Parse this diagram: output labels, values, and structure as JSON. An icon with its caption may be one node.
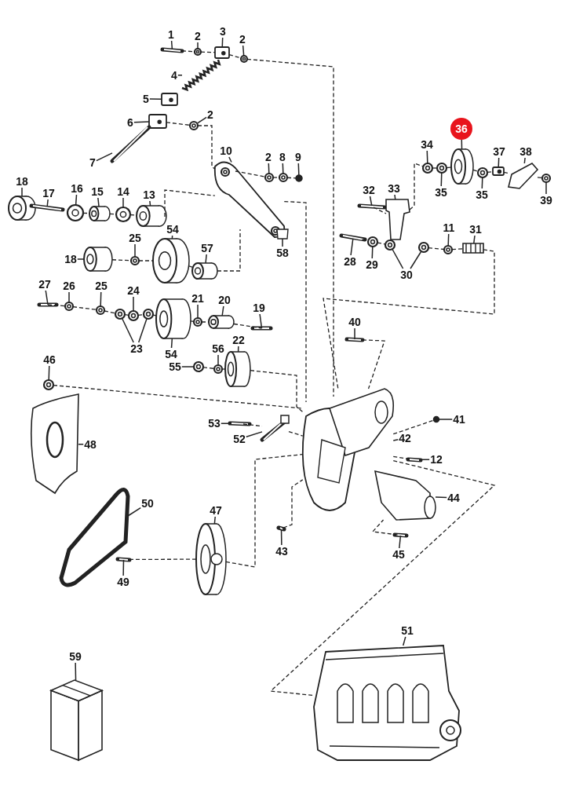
{
  "diagram": {
    "nodes": [
      {
        "text": [
          "1"
        ]
      },
      {
        "text": [
          "2"
        ]
      },
      {
        "text": [
          "3"
        ]
      },
      {
        "text": [
          "2"
        ]
      },
      {
        "text": [
          "4"
        ]
      },
      {
        "text": [
          "5"
        ]
      },
      {
        "text": [
          "6"
        ]
      },
      {
        "text": [
          "2"
        ]
      },
      {
        "text": [
          "7"
        ]
      },
      {
        "text": [
          "10"
        ]
      },
      {
        "text": [
          "2"
        ]
      },
      {
        "text": [
          "8"
        ]
      },
      {
        "text": [
          "9"
        ]
      },
      {
        "text": [
          "18"
        ]
      },
      {
        "text": [
          "17"
        ]
      },
      {
        "text": [
          "16"
        ]
      },
      {
        "text": [
          "15"
        ]
      },
      {
        "text": [
          "14"
        ]
      },
      {
        "text": [
          "13"
        ]
      },
      {
        "text": [
          "58"
        ]
      },
      {
        "text": [
          "18"
        ]
      },
      {
        "text": [
          "25"
        ]
      },
      {
        "text": [
          "54"
        ]
      },
      {
        "text": [
          "57"
        ]
      },
      {
        "text": [
          "36"
        ]
      },
      {
        "text": [
          "34"
        ]
      },
      {
        "text": [
          "37"
        ]
      },
      {
        "text": [
          "38"
        ]
      },
      {
        "text": [
          "35"
        ]
      },
      {
        "text": [
          "35"
        ]
      },
      {
        "text": [
          "39"
        ]
      },
      {
        "text": [
          "32"
        ]
      },
      {
        "text": [
          "33"
        ]
      },
      {
        "text": [
          "11"
        ]
      },
      {
        "text": [
          "31"
        ]
      },
      {
        "text": [
          "28"
        ]
      },
      {
        "text": [
          "29"
        ]
      },
      {
        "text": [
          "30"
        ]
      },
      {
        "text": [
          "27"
        ]
      },
      {
        "text": [
          "26"
        ]
      },
      {
        "text": [
          "25"
        ]
      },
      {
        "text": [
          "24"
        ]
      },
      {
        "text": [
          "21"
        ]
      },
      {
        "text": [
          "20"
        ]
      },
      {
        "text": [
          "19"
        ]
      },
      {
        "text": [
          "23"
        ]
      },
      {
        "text": [
          "54"
        ]
      },
      {
        "text": [
          "22"
        ]
      },
      {
        "text": [
          "56"
        ]
      },
      {
        "text": [
          "55"
        ]
      },
      {
        "text": [
          "40"
        ]
      },
      {
        "text": [
          "46"
        ]
      },
      {
        "text": [
          "53"
        ]
      },
      {
        "text": [
          "52"
        ]
      },
      {
        "text": [
          "41"
        ]
      },
      {
        "text": [
          "42"
        ]
      },
      {
        "text": [
          "48"
        ]
      },
      {
        "text": [
          "12"
        ]
      },
      {
        "text": [
          "50"
        ]
      },
      {
        "text": [
          "44"
        ]
      },
      {
        "text": [
          "47"
        ]
      },
      {
        "text": [
          "43"
        ]
      },
      {
        "text": [
          "45"
        ]
      },
      {
        "text": [
          "49"
        ]
      },
      {
        "text": [
          "51"
        ]
      },
      {
        "text": [
          "59"
        ]
      },
      {
        "text": [],
        "shape": "picture"
      },
      {
        "text": [],
        "shape": "picture"
      },
      {
        "text": [],
        "shape": "picture"
      },
      {
        "text": [],
        "shape": "picture"
      },
      {
        "text": [],
        "shape": "picture"
      },
      {
        "text": [],
        "shape": "picture"
      },
      {
        "text": [],
        "shape": "picture"
      },
      {
        "text": [],
        "shape": "picture"
      },
      {
        "text": [],
        "shape": "picture"
      },
      {
        "text": [],
        "shape": "picture"
      },
      {
        "text": [],
        "shape": "picture"
      },
      {
        "text": [],
        "shape": "picture"
      },
      {
        "text": [],
        "shape": "circle"
      },
      {
        "text": [],
        "shape": "picture"
      },
      {
        "text": [],
        "shape": "picture"
      },
      {
        "text": [],
        "shape": "picture"
      },
      {
        "text": [],
        "shape": "cylinder"
      },
      {
        "text": [],
        "shape": "picture"
      },
      {
        "text": [],
        "shape": "cylinder"
      },
      {
        "text": [],
        "shape": "picture"
      },
      {
        "text": [],
        "shape": "cylinder"
      },
      {
        "text": [],
        "shape": "picture"
      },
      {
        "text": [],
        "shape": "picture"
      },
      {
        "text": [],
        "shape": "picture"
      },
      {
        "text": [],
        "shape": "picture"
      },
      {
        "text": [],
        "shape": "picture"
      },
      {
        "text": [],
        "shape": "picture"
      },
      {
        "text": [],
        "shape": "picture"
      },
      {
        "text": [],
        "shape": "picture"
      },
      {
        "text": [],
        "shape": "picture"
      },
      {
        "text": [],
        "shape": "picture"
      },
      {
        "text": [],
        "shape": "picture"
      },
      {
        "text": [],
        "shape": "picture"
      },
      {
        "text": [],
        "shape": "picture"
      },
      {
        "text": [],
        "shape": "picture"
      },
      {
        "text": [],
        "shape": "picture"
      },
      {
        "text": [],
        "shape": "picture"
      },
      {
        "text": [],
        "shape": "picture"
      },
      {
        "text": [],
        "shape": "picture"
      },
      {
        "text": [],
        "shape": "picture"
      },
      {
        "text": [],
        "shape": "picture"
      },
      {
        "text": [],
        "shape": "picture"
      },
      {
        "text": [],
        "shape": "picture"
      },
      {
        "text": [],
        "shape": "picture"
      },
      {
        "text": [],
        "shape": "picture"
      },
      {
        "text": [],
        "shape": "picture"
      },
      {
        "text": [],
        "shape": "picture"
      },
      {
        "text": [],
        "shape": "picture"
      },
      {
        "text": [],
        "shape": "cylinder"
      },
      {
        "text": [],
        "shape": "cylinder"
      },
      {
        "text": [],
        "shape": "picture"
      },
      {
        "text": [],
        "shape": "picture"
      },
      {
        "text": [],
        "shape": "picture"
      },
      {
        "text": [],
        "shape": "picture"
      },
      {
        "text": [],
        "shape": "picture"
      },
      {
        "text": [],
        "shape": "picture"
      },
      {
        "text": [],
        "shape": "picture"
      },
      {
        "text": [],
        "shape": "picture"
      },
      {
        "text": [],
        "shape": "picture"
      },
      {
        "text": [],
        "shape": "picture"
      },
      {
        "text": [],
        "shape": "picture"
      },
      {
        "text": [],
        "shape": "picture"
      },
      {
        "text": [],
        "shape": "picture"
      },
      {
        "text": [],
        "shape": "picture"
      },
      {
        "text": [],
        "shape": "picture"
      },
      {
        "text": [],
        "shape": "picture"
      },
      {
        "text": [],
        "shape": "picture"
      },
      {
        "text": [],
        "shape": "box"
      }
    ],
    "edges": [
      {
        "from": 0,
        "to": 66,
        "arrow": "none"
      },
      {
        "from": 1,
        "to": 67,
        "arrow": "none"
      },
      {
        "from": 2,
        "to": 68,
        "arrow": "none"
      },
      {
        "from": 3,
        "to": 69,
        "arrow": "none"
      },
      {
        "from": 4,
        "to": 70,
        "arrow": "none"
      },
      {
        "from": 5,
        "to": 71,
        "arrow": "none"
      },
      {
        "from": 6,
        "to": 72,
        "arrow": "none"
      },
      {
        "from": 7,
        "to": 73,
        "arrow": "none"
      },
      {
        "from": 8,
        "to": 74,
        "arrow": "none"
      },
      {
        "from": 9,
        "to": 75,
        "arrow": "none"
      },
      {
        "from": 10,
        "to": 76,
        "arrow": "none"
      },
      {
        "from": 11,
        "to": 77,
        "arrow": "none"
      },
      {
        "from": 12,
        "to": 78,
        "arrow": "none"
      },
      {
        "from": 13,
        "to": 79,
        "arrow": "none"
      },
      {
        "from": 14,
        "to": 80,
        "arrow": "none"
      },
      {
        "from": 15,
        "to": 81,
        "arrow": "none"
      },
      {
        "from": 16,
        "to": 82,
        "arrow": "none"
      },
      {
        "from": 17,
        "to": 83,
        "arrow": "none"
      },
      {
        "from": 18,
        "to": 84,
        "arrow": "none"
      },
      {
        "from": 19,
        "to": 85,
        "arrow": "none"
      },
      {
        "from": 20,
        "to": 86,
        "arrow": "none"
      },
      {
        "from": 21,
        "to": 87,
        "arrow": "none"
      },
      {
        "from": 22,
        "to": 88,
        "arrow": "none"
      },
      {
        "from": 23,
        "to": 89,
        "arrow": "none"
      },
      {
        "from": 24,
        "to": 90,
        "arrow": "none"
      },
      {
        "from": 25,
        "to": 91,
        "arrow": "none"
      },
      {
        "from": 26,
        "to": 92,
        "arrow": "none"
      },
      {
        "from": 27,
        "to": 93,
        "arrow": "none"
      },
      {
        "from": 28,
        "to": 94,
        "arrow": "none"
      },
      {
        "from": 29,
        "to": 95,
        "arrow": "none"
      },
      {
        "from": 30,
        "to": 96,
        "arrow": "none"
      },
      {
        "from": 31,
        "to": 97,
        "arrow": "none"
      },
      {
        "from": 32,
        "to": 98,
        "arrow": "none"
      },
      {
        "from": 33,
        "to": 99,
        "arrow": "none"
      },
      {
        "from": 34,
        "to": 100,
        "arrow": "none"
      },
      {
        "from": 35,
        "to": 101,
        "arrow": "none"
      },
      {
        "from": 36,
        "to": 102,
        "arrow": "none"
      },
      {
        "from": 37,
        "to": 103,
        "arrow": "none"
      },
      {
        "from": 37,
        "to": 104,
        "arrow": "none"
      },
      {
        "from": 38,
        "to": 105,
        "arrow": "none"
      },
      {
        "from": 39,
        "to": 106,
        "arrow": "none"
      },
      {
        "from": 40,
        "to": 107,
        "arrow": "none"
      },
      {
        "from": 41,
        "to": 108,
        "arrow": "none"
      },
      {
        "from": 42,
        "to": 109,
        "arrow": "none"
      },
      {
        "from": 43,
        "to": 110,
        "arrow": "none"
      },
      {
        "from": 44,
        "to": 111,
        "arrow": "none"
      },
      {
        "from": 45,
        "to": 112,
        "arrow": "none"
      },
      {
        "from": 45,
        "to": 113,
        "arrow": "none"
      },
      {
        "from": 46,
        "to": 114,
        "arrow": "none"
      },
      {
        "from": 47,
        "to": 115,
        "arrow": "none"
      },
      {
        "from": 48,
        "to": 116,
        "arrow": "none"
      },
      {
        "from": 49,
        "to": 117,
        "arrow": "none"
      },
      {
        "from": 50,
        "to": 118,
        "arrow": "none"
      },
      {
        "from": 51,
        "to": 119,
        "arrow": "none"
      },
      {
        "from": 52,
        "to": 120,
        "arrow": "none"
      },
      {
        "from": 53,
        "to": 121,
        "arrow": "none"
      },
      {
        "from": 54,
        "to": 122,
        "arrow": "none"
      },
      {
        "from": 55,
        "to": 123,
        "arrow": "none"
      },
      {
        "from": 56,
        "to": 124,
        "arrow": "none"
      },
      {
        "from": 57,
        "to": 125,
        "arrow": "none"
      },
      {
        "from": 58,
        "to": 126,
        "arrow": "none"
      },
      {
        "from": 59,
        "to": 127,
        "arrow": "none"
      },
      {
        "from": 60,
        "to": 128,
        "arrow": "none"
      },
      {
        "from": 61,
        "to": 129,
        "arrow": "none"
      },
      {
        "from": 62,
        "to": 130,
        "arrow": "none"
      },
      {
        "from": 63,
        "to": 131,
        "arrow": "none"
      },
      {
        "from": 64,
        "to": 132,
        "arrow": "none"
      },
      {
        "from": 65,
        "to": 133,
        "arrow": "none"
      },
      {
        "from": 69,
        "to": 123,
        "arrow": "none",
        "style": "dashed"
      },
      {
        "from": 73,
        "to": 75,
        "arrow": "none",
        "style": "dashed"
      },
      {
        "from": 84,
        "to": 75,
        "arrow": "none",
        "style": "dashed"
      },
      {
        "from": 75,
        "to": 123,
        "arrow": "none",
        "style": "dashed"
      },
      {
        "from": 89,
        "to": 75,
        "arrow": "none",
        "style": "dashed"
      },
      {
        "from": 115,
        "to": 123,
        "arrow": "none",
        "style": "dashed"
      },
      {
        "from": 119,
        "to": 123,
        "arrow": "none",
        "style": "dashed"
      },
      {
        "from": 98,
        "to": 91,
        "arrow": "none",
        "style": "dashed"
      },
      {
        "from": 100,
        "to": 123,
        "arrow": "none",
        "style": "dashed"
      },
      {
        "from": 118,
        "to": 123,
        "arrow": "none",
        "style": "dashed"
      },
      {
        "from": 123,
        "to": 122,
        "arrow": "none",
        "style": "dashed"
      },
      {
        "from": 123,
        "to": 125,
        "arrow": "none",
        "style": "dashed"
      },
      {
        "from": 120,
        "to": 121,
        "arrow": "none",
        "style": "dashed"
      },
      {
        "from": 121,
        "to": 123,
        "arrow": "none",
        "style": "dashed"
      },
      {
        "from": 128,
        "to": 123,
        "arrow": "none",
        "style": "dashed"
      },
      {
        "from": 131,
        "to": 128,
        "arrow": "none",
        "style": "dashed"
      },
      {
        "from": 129,
        "to": 123,
        "arrow": "none",
        "style": "dashed"
      },
      {
        "from": 123,
        "to": 132,
        "arrow": "none",
        "style": "dashed"
      },
      {
        "from": 130,
        "to": 127,
        "arrow": "none",
        "style": "dashed"
      },
      {
        "from": 66,
        "to": 67,
        "arrow": "none",
        "style": "dashed"
      },
      {
        "from": 67,
        "to": 68,
        "arrow": "none",
        "style": "dashed"
      },
      {
        "from": 68,
        "to": 69,
        "arrow": "none",
        "style": "dashed"
      },
      {
        "from": 72,
        "to": 73,
        "arrow": "none",
        "style": "dashed"
      },
      {
        "from": 75,
        "to": 76,
        "arrow": "none",
        "style": "dashed"
      },
      {
        "from": 76,
        "to": 77,
        "arrow": "none",
        "style": "dashed"
      },
      {
        "from": 77,
        "to": 78,
        "arrow": "none",
        "style": "dashed"
      },
      {
        "from": 81,
        "to": 82,
        "arrow": "none",
        "style": "dashed"
      },
      {
        "from": 82,
        "to": 83,
        "arrow": "none",
        "style": "dashed"
      },
      {
        "from": 83,
        "to": 84,
        "arrow": "none",
        "style": "dashed"
      },
      {
        "from": 86,
        "to": 87,
        "arrow": "none",
        "style": "dashed"
      },
      {
        "from": 87,
        "to": 88,
        "arrow": "none",
        "style": "dashed"
      },
      {
        "from": 88,
        "to": 89,
        "arrow": "none",
        "style": "dashed"
      },
      {
        "from": 105,
        "to": 106,
        "arrow": "none",
        "style": "dashed"
      },
      {
        "from": 106,
        "to": 107,
        "arrow": "none",
        "style": "dashed"
      },
      {
        "from": 107,
        "to": 112,
        "arrow": "none",
        "style": "dashed"
      },
      {
        "from": 112,
        "to": 108,
        "arrow": "none",
        "style": "dashed"
      },
      {
        "from": 108,
        "to": 113,
        "arrow": "none",
        "style": "dashed"
      },
      {
        "from": 113,
        "to": 114,
        "arrow": "none",
        "style": "dashed"
      },
      {
        "from": 114,
        "to": 109,
        "arrow": "none",
        "style": "dashed"
      },
      {
        "from": 109,
        "to": 110,
        "arrow": "none",
        "style": "dashed"
      },
      {
        "from": 110,
        "to": 111,
        "arrow": "none",
        "style": "dashed"
      },
      {
        "from": 117,
        "to": 116,
        "arrow": "none",
        "style": "dashed"
      },
      {
        "from": 116,
        "to": 115,
        "arrow": "none",
        "style": "dashed"
      },
      {
        "from": 91,
        "to": 94,
        "arrow": "none",
        "style": "dashed"
      },
      {
        "from": 94,
        "to": 90,
        "arrow": "none",
        "style": "dashed"
      },
      {
        "from": 90,
        "to": 95,
        "arrow": "none",
        "style": "dashed"
      },
      {
        "from": 95,
        "to": 92,
        "arrow": "none",
        "style": "dashed"
      },
      {
        "from": 92,
        "to": 93,
        "arrow": "none",
        "style": "dashed"
      },
      {
        "from": 93,
        "to": 96,
        "arrow": "none",
        "style": "dashed"
      },
      {
        "from": 97,
        "to": 98,
        "arrow": "none",
        "style": "dashed"
      },
      {
        "from": 101,
        "to": 102,
        "arrow": "none",
        "style": "dashed"
      },
      {
        "from": 102,
        "to": 103,
        "arrow": "none",
        "style": "dashed"
      },
      {
        "from": 104,
        "to": 99,
        "arrow": "none",
        "style": "dashed"
      },
      {
        "from": 99,
        "to": 100,
        "arrow": "none",
        "style": "dashed"
      }
    ]
  }
}
